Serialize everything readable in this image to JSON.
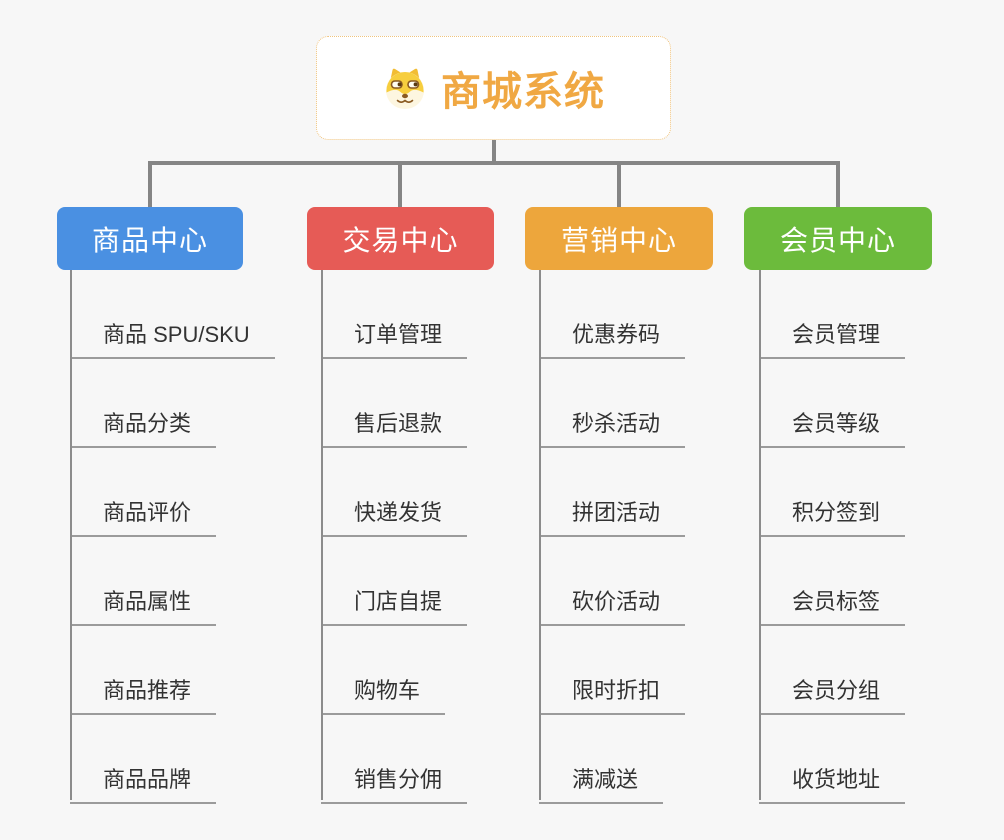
{
  "root": {
    "title": "商城系统",
    "icon": "doge-icon",
    "accent_color": "#f0a843",
    "border_color": "#f0c47e"
  },
  "connector_color": "#858585",
  "background_color": "#f7f7f7",
  "branches": [
    {
      "label": "商品中心",
      "color": "#4a90e2",
      "items": [
        "商品 SPU/SKU",
        "商品分类",
        "商品评价",
        "商品属性",
        "商品推荐",
        "商品品牌"
      ]
    },
    {
      "label": "交易中心",
      "color": "#e65b56",
      "items": [
        "订单管理",
        "售后退款",
        "快递发货",
        "门店自提",
        "购物车",
        "销售分佣"
      ]
    },
    {
      "label": "营销中心",
      "color": "#eda63c",
      "items": [
        "优惠券码",
        "秒杀活动",
        "拼团活动",
        "砍价活动",
        "限时折扣",
        "满减送"
      ]
    },
    {
      "label": "会员中心",
      "color": "#6cbb3c",
      "items": [
        "会员管理",
        "会员等级",
        "积分签到",
        "会员标签",
        "会员分组",
        "收货地址"
      ]
    }
  ]
}
